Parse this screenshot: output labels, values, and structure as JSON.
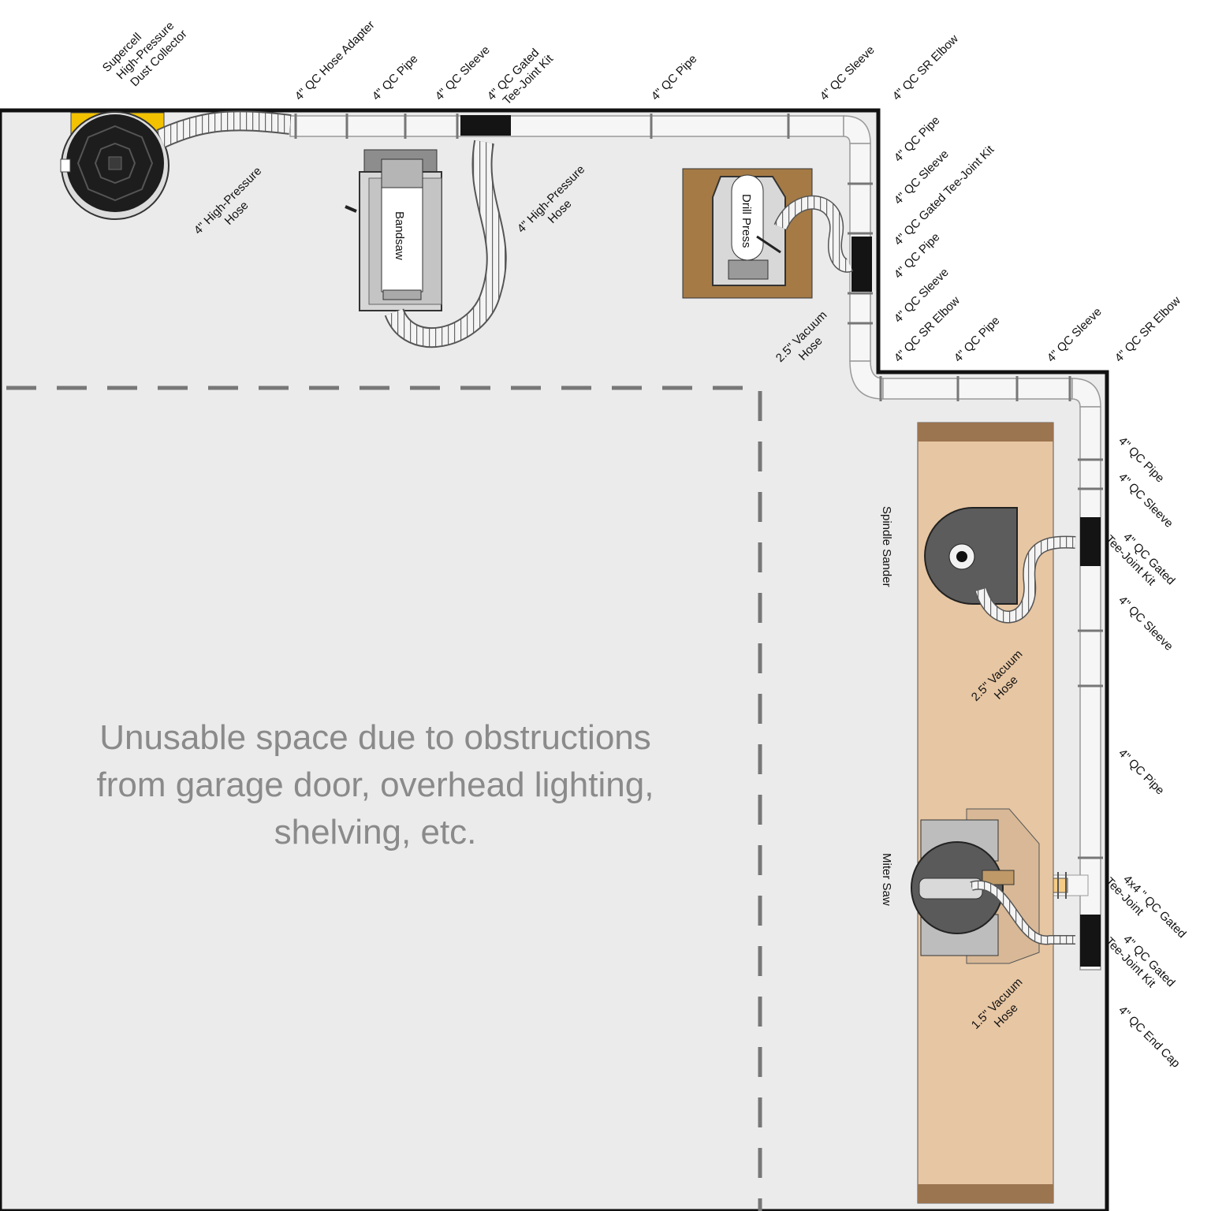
{
  "colors": {
    "floor": "#ebebeb",
    "wall": "#111111",
    "pipe": "#f6f6f6",
    "pipe_edge": "#9a9a9a",
    "collector_yellow": "#f2c200",
    "drill_stand": "#a57a45",
    "bench": "#e7c6a3",
    "bench_end": "#9b7450",
    "note_text": "#8a8a8a"
  },
  "collector": {
    "label_line1": "Supercell",
    "label_line2": "High-Pressure",
    "label_line3": "Dust Collector"
  },
  "main_run_labels": {
    "hose_adapter": "4\" QC Hose Adapter",
    "pipe_1": "4\" QC Pipe",
    "sleeve_1": "4\" QC Sleeve",
    "gated_tee_line1": "4\" QC Gated",
    "gated_tee_line2": "Tee-Joint Kit",
    "pipe_2": "4\" QC Pipe",
    "sleeve_2": "4\" QC Sleeve",
    "sr_elbow_1": "4\" QC SR Elbow"
  },
  "hoses": {
    "collector_hose_line1": "4\" High-Pressure",
    "collector_hose_line2": "Hose",
    "bandsaw_hose_line1": "4\" High-Pressure",
    "bandsaw_hose_line2": "Hose",
    "drill_hose_line1": "2.5\" Vacuum",
    "drill_hose_line2": "Hose",
    "sander_hose_line1": "2.5\" Vacuum",
    "sander_hose_line2": "Hose",
    "miter_hose_line1": "1.5\" Vacuum",
    "miter_hose_line2": "Hose"
  },
  "tools": {
    "bandsaw": "Bandsaw",
    "drill_press": "Drill Press",
    "spindle_sander": "Spindle Sander",
    "miter_saw": "Miter Saw"
  },
  "vertical_run_labels": {
    "pipe_1": "4\" QC Pipe",
    "sleeve_1": "4\" QC Sleeve",
    "gated_tee": "4\" QC Gated Tee-Joint Kit",
    "pipe_2": "4\" QC Pipe",
    "sleeve_2": "4\" QC Sleeve",
    "sr_elbow": "4\" QC SR Elbow"
  },
  "lower_run_labels": {
    "pipe": "4\" QC Pipe",
    "sleeve": "4\" QC Sleeve",
    "sr_elbow": "4\" QC SR Elbow"
  },
  "right_run_labels": {
    "pipe_1": "4\" QC Pipe",
    "sleeve_1": "4\" QC Sleeve",
    "gated_tee_1_line1": "4\" QC Gated",
    "gated_tee_1_line2": "Tee-Joint Kit",
    "sleeve_2": "4\" QC Sleeve",
    "pipe_2": "4\" QC Pipe",
    "tee_4x4_line1": "4x4 \" QC Gated",
    "tee_4x4_line2": "Tee-Joint",
    "gated_tee_2_line1": "4\" QC Gated",
    "gated_tee_2_line2": "Tee-Joint Kit",
    "end_cap": "4\" QC End Cap"
  },
  "unusable_note": {
    "line1": "Unusable space due to obstructions",
    "line2": "from garage door, overhead lighting,",
    "line3": "shelving, etc."
  }
}
